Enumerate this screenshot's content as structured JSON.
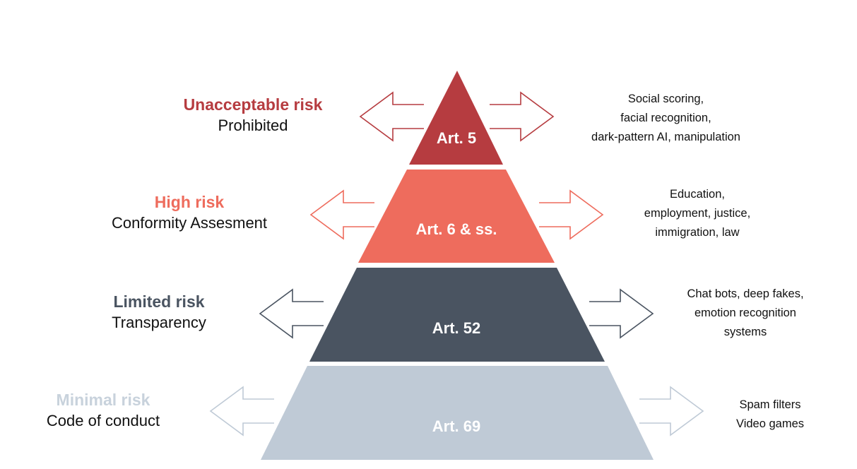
{
  "colors": {
    "unacceptable": "#b63c40",
    "high": "#ee6c5d",
    "limited": "#4a5461",
    "minimal": "#bfcad6",
    "minimal_text": "#c8d2dc"
  },
  "icons": {
    "left": "arrow-left-icon",
    "right": "arrow-right-icon"
  },
  "tiers": [
    {
      "risk": "Unacceptable risk",
      "obligation": "Prohibited",
      "article": "Art. 5",
      "examples": [
        "Social scoring,",
        "facial recognition,",
        "dark-pattern AI, manipulation"
      ]
    },
    {
      "risk": "High risk",
      "obligation": "Conformity Assesment",
      "article": "Art. 6 & ss.",
      "examples": [
        "Education,",
        "employment, justice,",
        "immigration, law"
      ]
    },
    {
      "risk": "Limited risk",
      "obligation": "Transparency",
      "article": "Art. 52",
      "examples": [
        "Chat bots, deep fakes,",
        "emotion recognition",
        "systems"
      ]
    },
    {
      "risk": "Minimal risk",
      "obligation": "Code of conduct",
      "article": "Art. 69",
      "examples": [
        "Spam filters",
        "Video games"
      ]
    }
  ]
}
